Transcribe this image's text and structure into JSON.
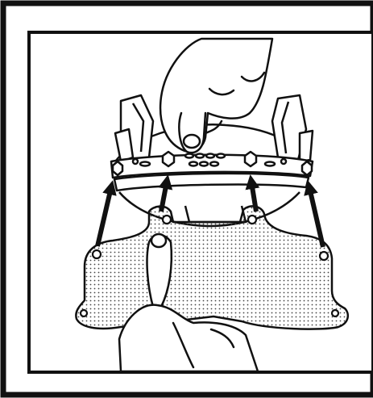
{
  "figure": {
    "subject": "helmet-suspension-pad-attachment",
    "colors": {
      "ink": "#111111",
      "paper": "#ffffff",
      "pad_dots": "#444444",
      "frame_gray": "#f2f2f2"
    },
    "arrow_count": 4,
    "pad_snap_count": 4
  }
}
